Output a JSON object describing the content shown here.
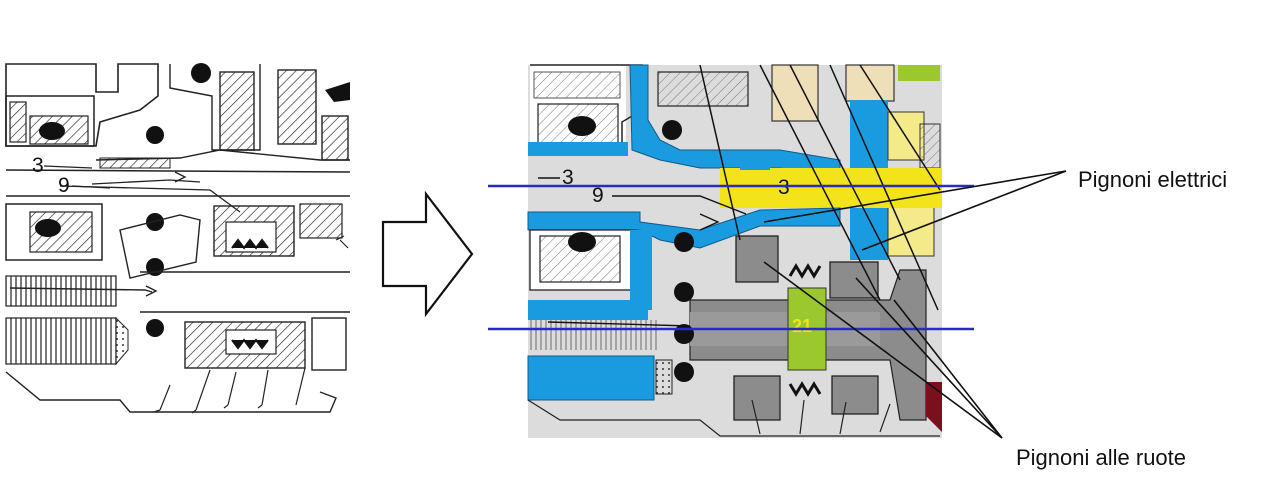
{
  "labels": {
    "electric_pinions": "Pignoni elettrici",
    "wheel_pinions": "Pignoni alle ruote"
  },
  "callouts": {
    "left_3": "3",
    "left_9": "9",
    "right_3": "3",
    "right_9": "9",
    "yellow_3": "3",
    "green_21": "21"
  },
  "colors": {
    "blue_part": "#1a9be0",
    "yellow_part": "#f2e31a",
    "pale_yellow_part": "#f5ea8a",
    "beige_part": "#eedfb8",
    "green_part": "#9bc82e",
    "gray_part": "#8c8c8c",
    "light_gray_bg": "#dcdcdc",
    "reference_line": "#2a2ac4",
    "dark_red_part": "#7a0f1e"
  },
  "icons": {
    "transition_arrow": "outline-right-arrow"
  }
}
